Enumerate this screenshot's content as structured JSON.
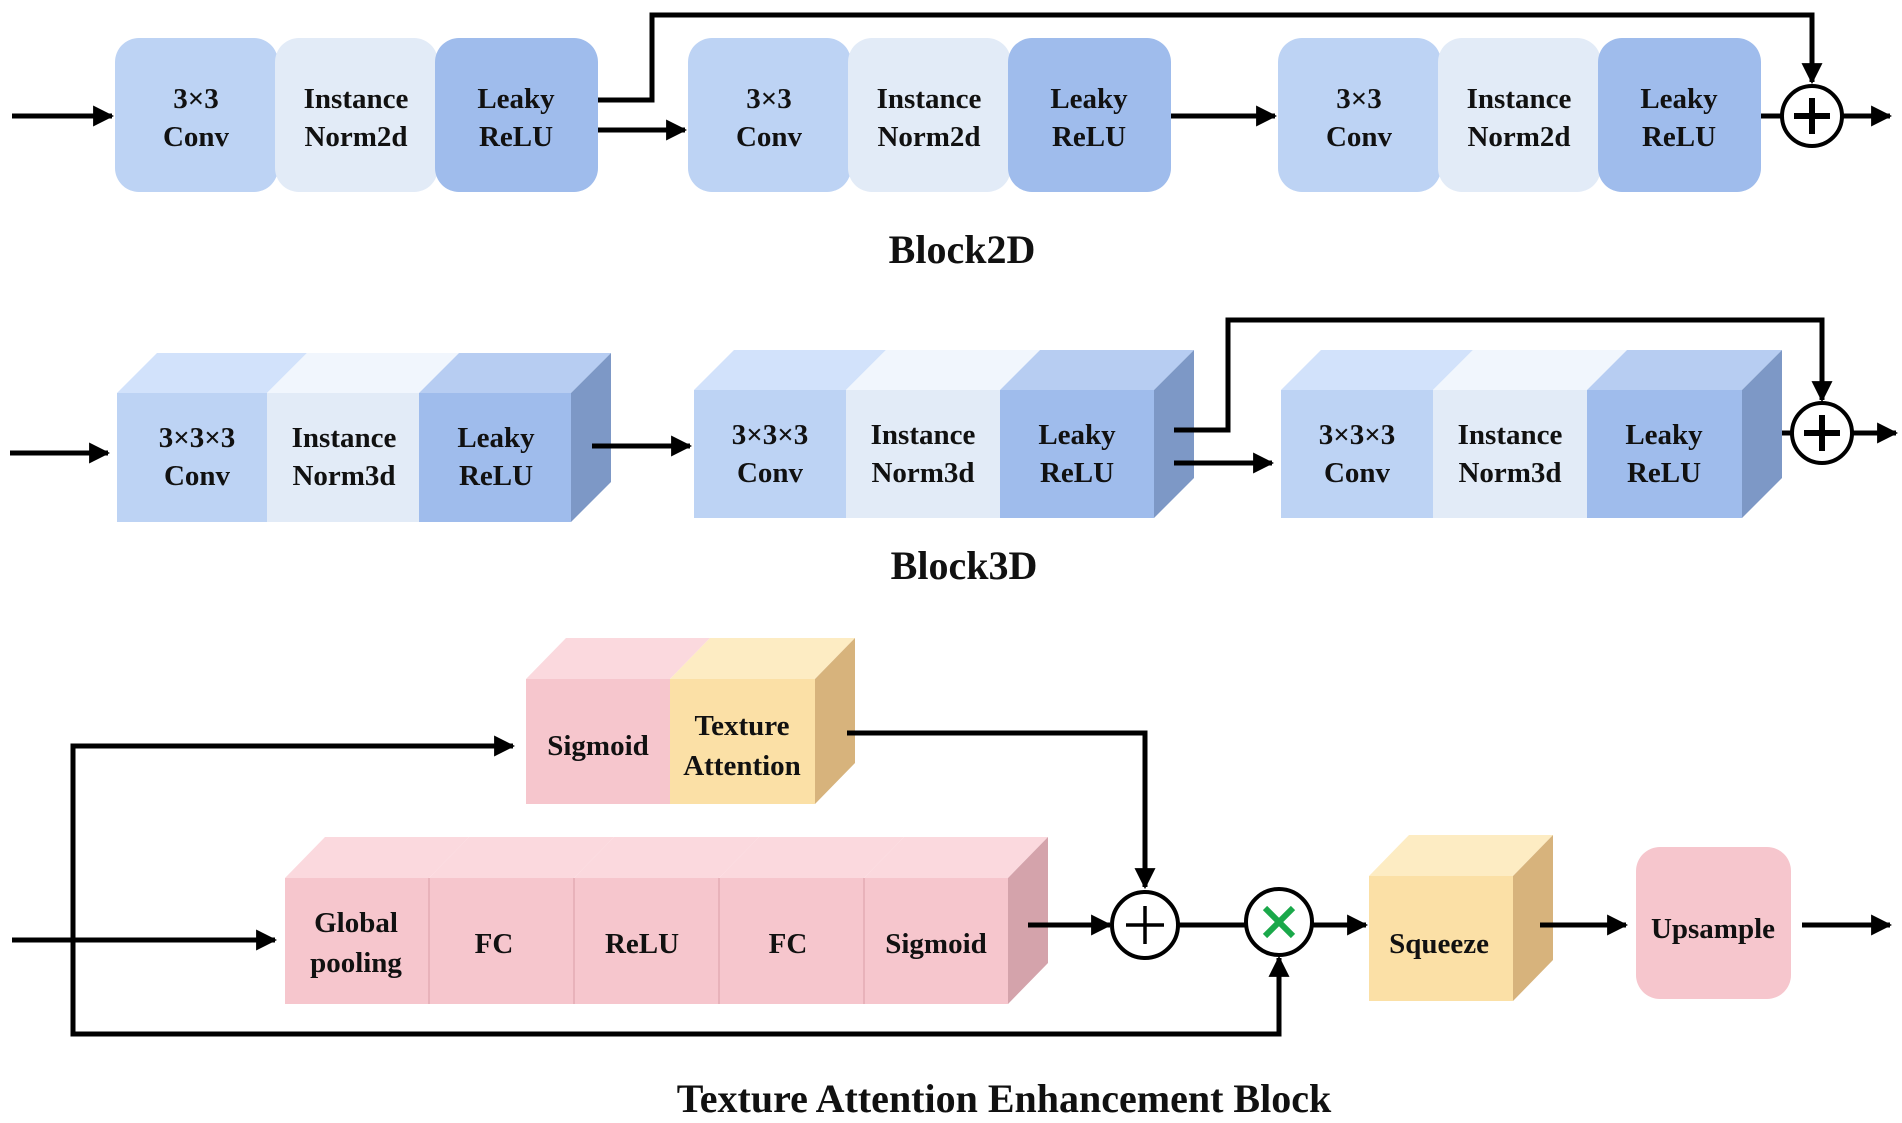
{
  "block2d": {
    "title": "Block2D",
    "group1": {
      "conv": [
        "3×3",
        "Conv"
      ],
      "norm": [
        "Instance",
        "Norm2d"
      ],
      "act": [
        "Leaky",
        "ReLU"
      ]
    },
    "group2": {
      "conv": [
        "3×3",
        "Conv"
      ],
      "norm": [
        "Instance",
        "Norm2d"
      ],
      "act": [
        "Leaky",
        "ReLU"
      ]
    },
    "group3": {
      "conv": [
        "3×3",
        "Conv"
      ],
      "norm": [
        "Instance",
        "Norm2d"
      ],
      "act": [
        "Leaky",
        "ReLU"
      ]
    }
  },
  "block3d": {
    "title": "Block3D",
    "group1": {
      "conv": [
        "3×3×3",
        "Conv"
      ],
      "norm": [
        "Instance",
        "Norm3d"
      ],
      "act": [
        "Leaky",
        "ReLU"
      ]
    },
    "group2": {
      "conv": [
        "3×3×3",
        "Conv"
      ],
      "norm": [
        "Instance",
        "Norm3d"
      ],
      "act": [
        "Leaky",
        "ReLU"
      ]
    },
    "group3": {
      "conv": [
        "3×3×3",
        "Conv"
      ],
      "norm": [
        "Instance",
        "Norm3d"
      ],
      "act": [
        "Leaky",
        "ReLU"
      ]
    }
  },
  "teb": {
    "title": "Texture Attention Enhancement Block",
    "sigmoid_top": "Sigmoid",
    "texture_attention": [
      "Texture",
      "Attention"
    ],
    "global_pooling": [
      "Global",
      "pooling"
    ],
    "fc1": "FC",
    "relu": "ReLU",
    "fc2": "FC",
    "sigmoid_bottom": "Sigmoid",
    "squeeze": "Squeeze",
    "upsample": "Upsample"
  },
  "colors": {
    "conv": "#bdd3f4",
    "norm": "#e2ebf7",
    "act": "#9fbcec",
    "cube3d_right": "#7d98c6",
    "pink": "#f6c6cd",
    "pink_top": "#fbd9de",
    "pink_right": "#d4a3ab",
    "yellow": "#fbe0a6",
    "yellow_top": "#fdecc3",
    "yellow_right": "#d7b37c",
    "multiply_sign": "#1aa84a"
  }
}
